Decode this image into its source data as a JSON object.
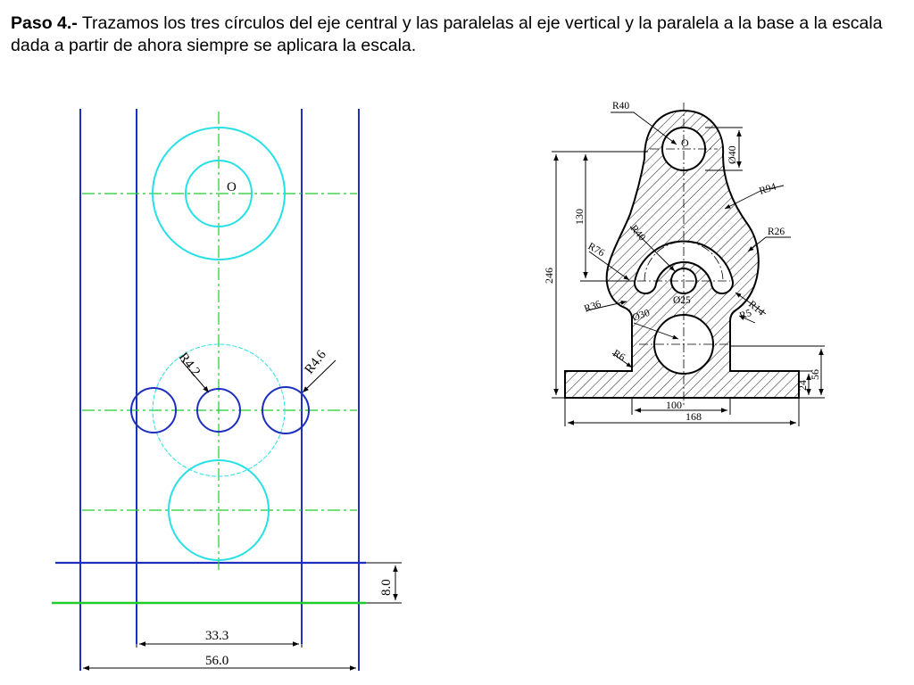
{
  "caption": {
    "step": "Paso 4.-",
    "text": " Trazamos los tres círculos del eje central y las paralelas al eje vertical y la paralela a la base a la escala dada a partir de ahora siempre se aplicara la escala."
  },
  "colors": {
    "construction_blue": "#1d2fbf",
    "circle_cyan": "#27e0e6",
    "axis_green": "#1fcc2a",
    "dim_black": "#000000"
  },
  "left_drawing": {
    "center_label": "O",
    "dims": {
      "r_left": "R4.2",
      "r_right": "R4.6",
      "height": "8.0",
      "inner_width": "33.3",
      "outer_width": "56.0"
    }
  },
  "right_drawing": {
    "center_label": "O",
    "dims": {
      "r40_top": "R40",
      "d40": "Ø40",
      "r94": "R94",
      "h130": "130",
      "r26": "R26",
      "r76": "R76",
      "r40_mid": "R40",
      "h246": "246",
      "d25": "Ø25",
      "r36": "R36",
      "r14": "R14",
      "r5": "R5",
      "d30": "Ø30",
      "r6": "R6",
      "h56": "56",
      "h24": "24",
      "w100": "100",
      "w168": "168"
    }
  }
}
